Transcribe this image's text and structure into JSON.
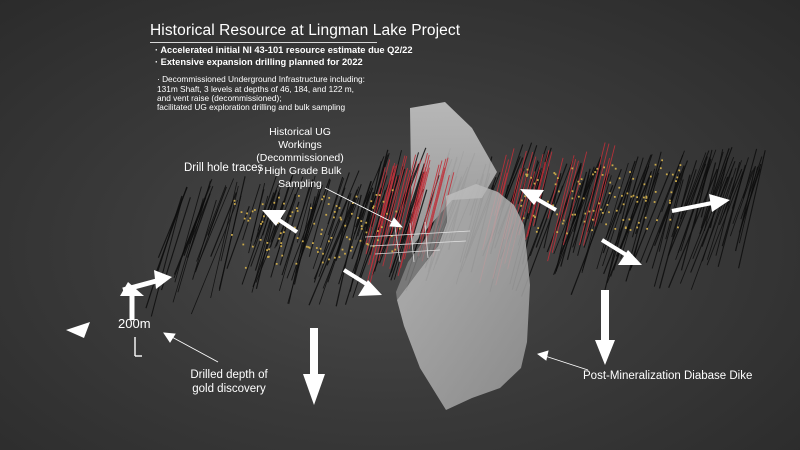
{
  "title": "Historical Resource at Lingman Lake Project",
  "bullets": [
    "· Accelerated initial NI 43-101 resource estimate due Q2/22",
    "· Extensive expansion drilling planned for 2022"
  ],
  "infrastructure_lines": [
    "· Decommissioned Underground Infrastructure including:",
    "131m Shaft, 3 levels at depths of 46, 184, and 122 m,",
    "and vent raise (decommissioned);",
    "facilitated UG exploration drilling and bulk sampling"
  ],
  "labels": {
    "historical_ug": [
      "Historical UG",
      "Workings",
      "(Decommissioned)",
      "/ High Grade Bulk",
      "Sampling"
    ],
    "drill_hole_traces": "Drill hole traces",
    "scale": "200m",
    "drilled_depth": [
      "Drilled depth of",
      "gold discovery"
    ],
    "diabase_dike": "Post-Mineralization Diabase Dike"
  },
  "colors": {
    "background": "#3a3a3a",
    "drill_trace": "#0d0d0d",
    "historic_trace": "#c0303a",
    "gold_intercept": "#c9a84a",
    "dike": "#b5b5b5",
    "arrow": "#ffffff"
  }
}
